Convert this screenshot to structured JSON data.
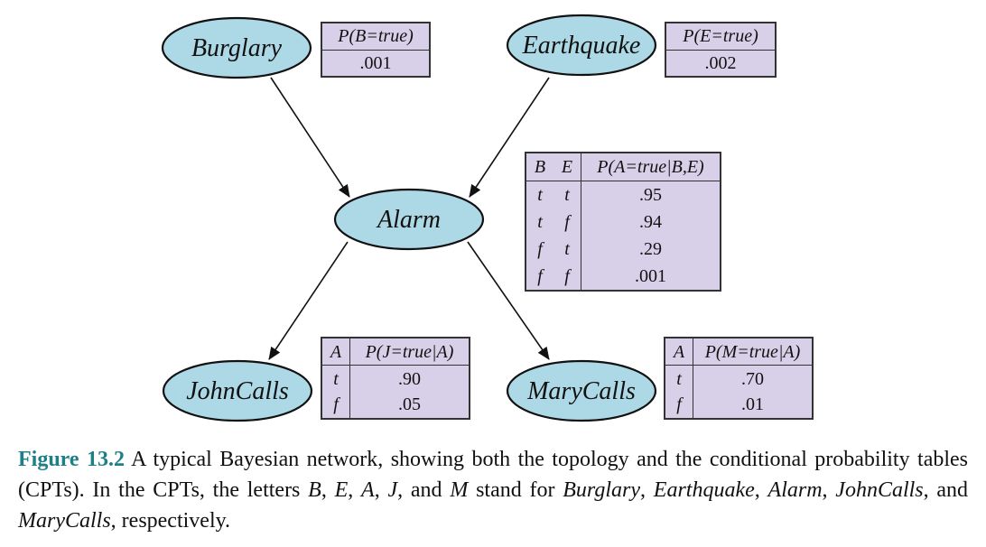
{
  "nodes": {
    "burglary": "Burglary",
    "earthquake": "Earthquake",
    "alarm": "Alarm",
    "johncalls": "JohnCalls",
    "marycalls": "MaryCalls"
  },
  "edges": [
    {
      "from": "burglary",
      "to": "alarm"
    },
    {
      "from": "earthquake",
      "to": "alarm"
    },
    {
      "from": "alarm",
      "to": "johncalls"
    },
    {
      "from": "alarm",
      "to": "marycalls"
    }
  ],
  "cpt_burglary": {
    "header": "P(B=true)",
    "value": ".001"
  },
  "cpt_earthquake": {
    "header": "P(E=true)",
    "value": ".002"
  },
  "cpt_alarm": {
    "col_b": "B",
    "col_e": "E",
    "header": "P(A=true|B,E)",
    "rows": [
      {
        "b": "t",
        "e": "t",
        "p": ".95"
      },
      {
        "b": "t",
        "e": "f",
        "p": ".94"
      },
      {
        "b": "f",
        "e": "t",
        "p": ".29"
      },
      {
        "b": "f",
        "e": "f",
        "p": ".001"
      }
    ]
  },
  "cpt_john": {
    "col_a": "A",
    "header": "P(J=true|A)",
    "rows": [
      {
        "a": "t",
        "p": ".90"
      },
      {
        "a": "f",
        "p": ".05"
      }
    ]
  },
  "cpt_mary": {
    "col_a": "A",
    "header": "P(M=true|A)",
    "rows": [
      {
        "a": "t",
        "p": ".70"
      },
      {
        "a": "f",
        "p": ".01"
      }
    ]
  },
  "caption": {
    "label": "Figure 13.2",
    "t1": " A typical Bayesian network, showing both the topology and the conditional probability tables (CPTs).  In the CPTs, the letters ",
    "b": "B",
    "sep1": ", ",
    "e": "E",
    "sep2": ", ",
    "a": "A",
    "sep3": ", ",
    "j": "J",
    "sep4": ", and ",
    "m": "M",
    "t2": " stand for ",
    "n1": "Burglary",
    "sep5": ", ",
    "n2": "Earthquake",
    "sep6": ", ",
    "n3": "Alarm",
    "sep7": ", ",
    "n4": "JohnCalls",
    "sep8": ", and ",
    "n5": "MaryCalls",
    "t3": ", respectively."
  },
  "colors": {
    "node_fill": "#add8e6",
    "table_fill": "#d8d0e8",
    "caption_label": "#1f7f86"
  }
}
